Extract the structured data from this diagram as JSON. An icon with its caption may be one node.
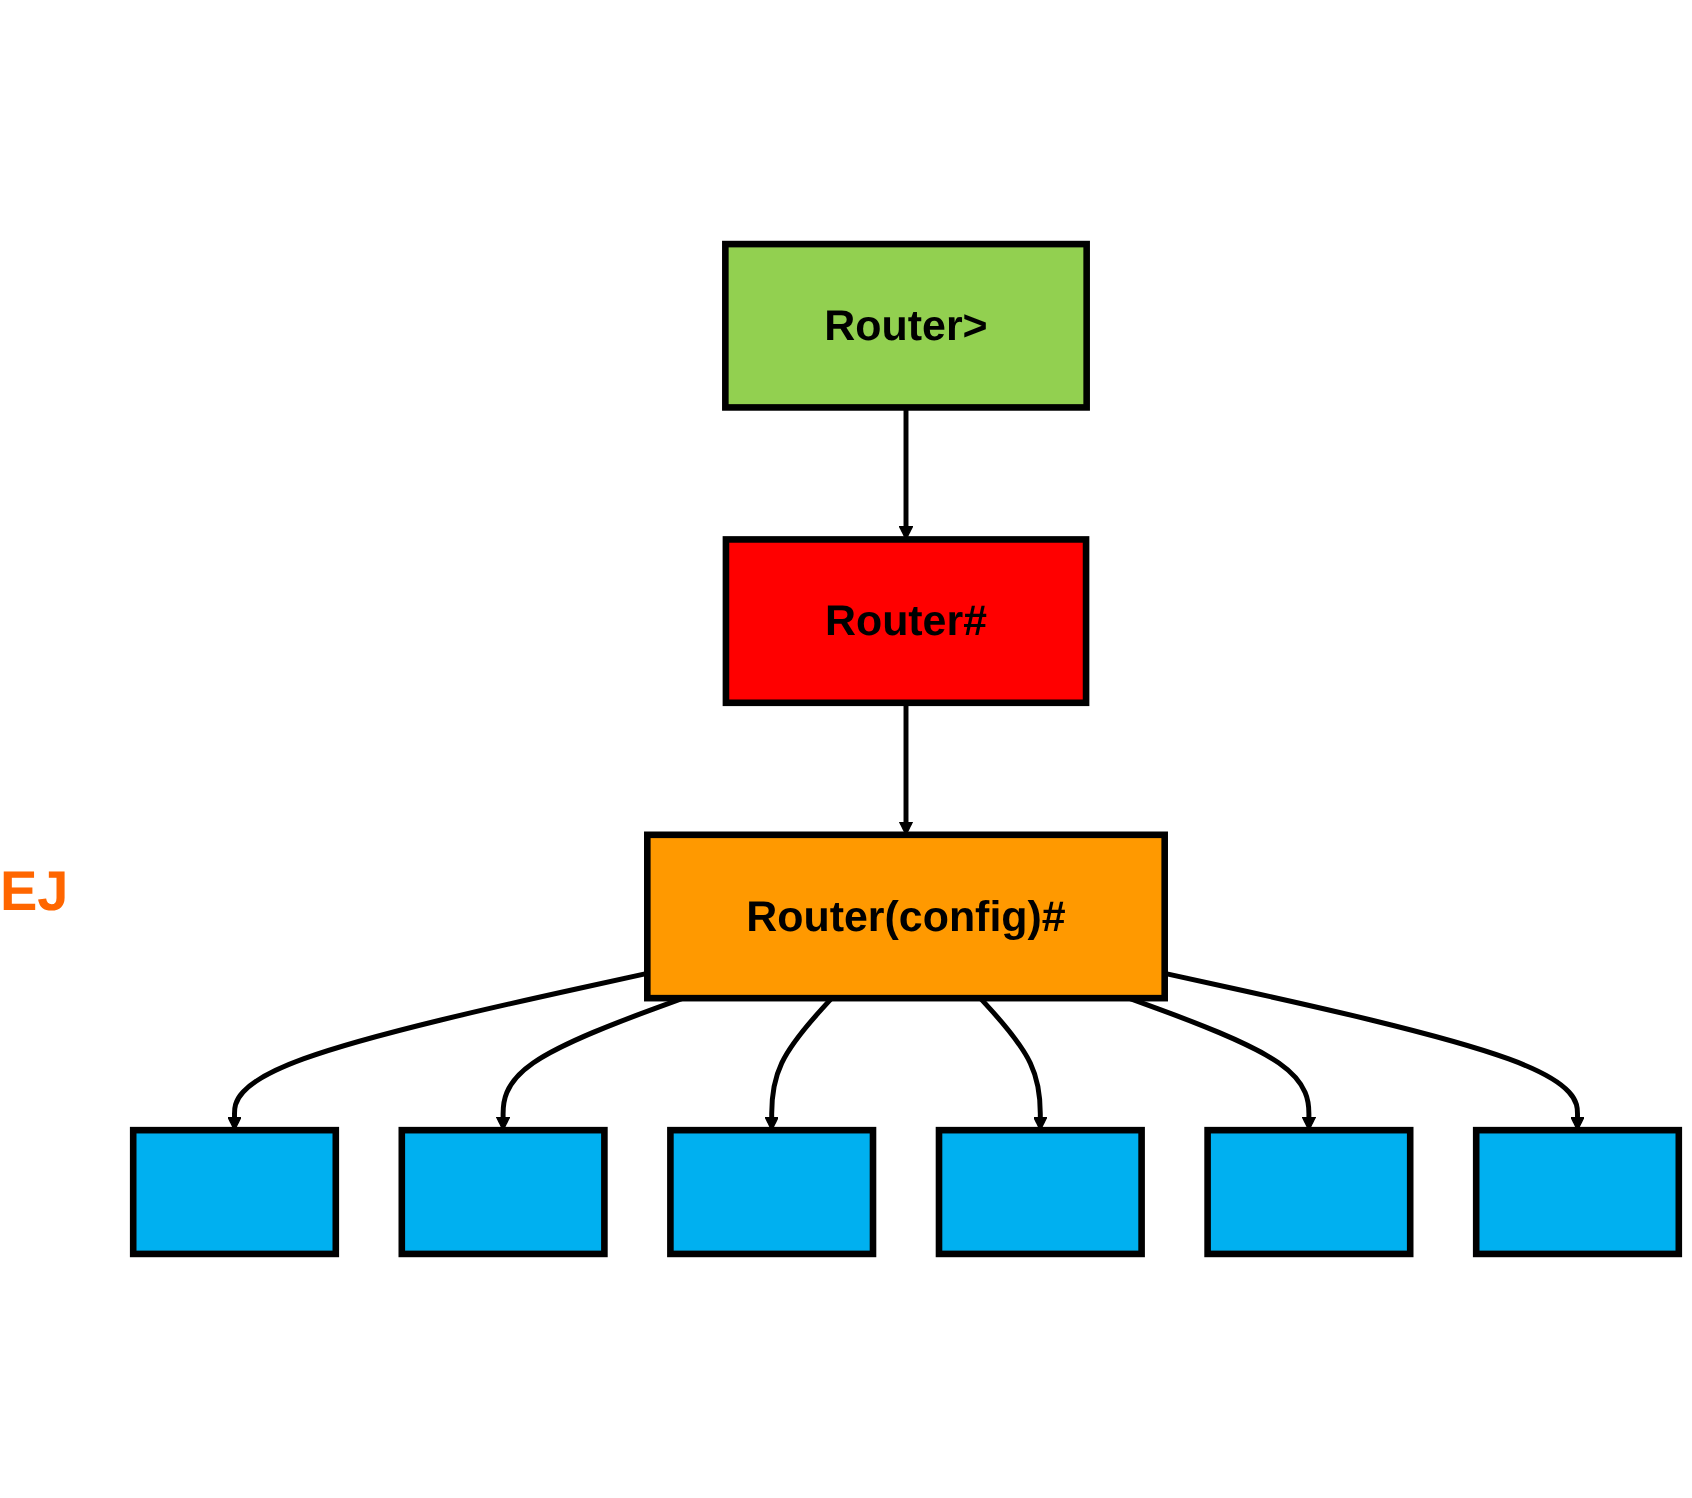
{
  "diagram": {
    "nodes": [
      {
        "text": [
          "Router>"
        ]
      },
      {
        "text": [
          "Router#"
        ]
      },
      {
        "text": [
          "Router(config)#"
        ]
      },
      {
        "text": [],
        "shape": "box"
      },
      {
        "text": [],
        "shape": "box"
      },
      {
        "text": [],
        "shape": "box"
      },
      {
        "text": [],
        "shape": "box"
      },
      {
        "text": [],
        "shape": "box"
      },
      {
        "text": [],
        "shape": "box"
      }
    ],
    "edges": [
      {
        "from": 0,
        "to": 1,
        "arrow": "to"
      },
      {
        "from": 1,
        "to": 2,
        "arrow": "to"
      },
      {
        "from": 2,
        "to": 3,
        "arrow": "to"
      },
      {
        "from": 2,
        "to": 4,
        "arrow": "to"
      },
      {
        "from": 2,
        "to": 5,
        "arrow": "to"
      },
      {
        "from": 2,
        "to": 6,
        "arrow": "to"
      },
      {
        "from": 2,
        "to": 7,
        "arrow": "to"
      },
      {
        "from": 2,
        "to": 8,
        "arrow": "to"
      }
    ],
    "labels": [
      "EJ"
    ]
  }
}
